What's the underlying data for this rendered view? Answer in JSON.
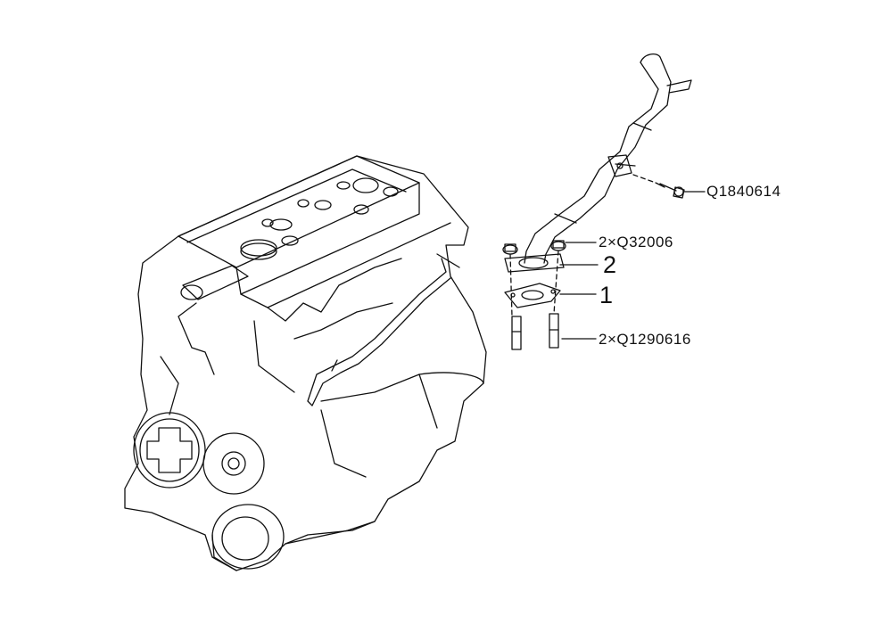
{
  "diagram": {
    "background": "#ffffff",
    "line_color": "#111111",
    "leader_style": "dashed",
    "callouts": {
      "bolt_bracket": "Q1840614",
      "bolts_flange": "2×Q32006",
      "part_2": "2",
      "part_1": "1",
      "studs": "2×Q1290616"
    }
  }
}
